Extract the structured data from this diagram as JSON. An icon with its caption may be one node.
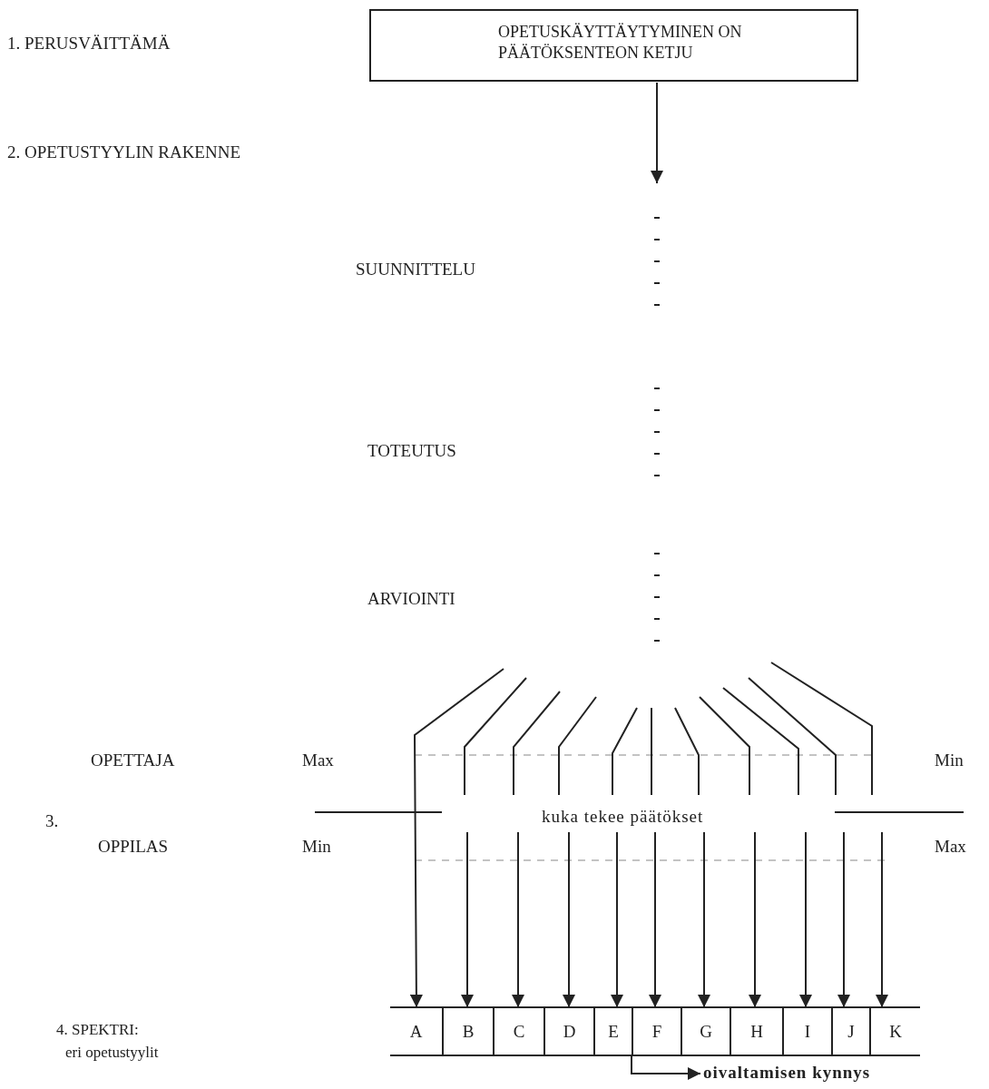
{
  "diagram": {
    "nodes": [
      {
        "text": [
          "OPETUSKÄYTTÄYTYMINEN ON PÄÄTÖKSENTEON KETJU"
        ]
      },
      {
        "text": [
          "A"
        ]
      },
      {
        "text": [
          "B"
        ]
      },
      {
        "text": [
          "C"
        ]
      },
      {
        "text": [
          "D"
        ]
      },
      {
        "text": [
          "E"
        ]
      },
      {
        "text": [
          "F"
        ]
      },
      {
        "text": [
          "G"
        ]
      },
      {
        "text": [
          "H"
        ]
      },
      {
        "text": [
          "I"
        ]
      },
      {
        "text": [
          "J"
        ]
      },
      {
        "text": [
          "K"
        ]
      },
      {
        "text": [
          "oivaltamisen kynnys"
        ]
      }
    ],
    "edges": [
      {
        "from": 0,
        "to": null,
        "arrow": "to"
      },
      {
        "from": null,
        "to": 1,
        "arrow": "to"
      },
      {
        "from": null,
        "to": 2,
        "arrow": "to"
      },
      {
        "from": null,
        "to": 3,
        "arrow": "to"
      },
      {
        "from": null,
        "to": 4,
        "arrow": "to"
      },
      {
        "from": null,
        "to": 5,
        "arrow": "to"
      },
      {
        "from": null,
        "to": 6,
        "arrow": "to"
      },
      {
        "from": null,
        "to": 7,
        "arrow": "to"
      },
      {
        "from": null,
        "to": 8,
        "arrow": "to"
      },
      {
        "from": null,
        "to": 9,
        "arrow": "to"
      },
      {
        "from": null,
        "to": 10,
        "arrow": "to"
      },
      {
        "from": null,
        "to": 11,
        "arrow": "to"
      },
      {
        "from": 5,
        "to": 12,
        "arrow": "to"
      }
    ],
    "labels": [
      "1. PERUSVÄITTÄMÄ",
      "2. OPETUSTYYLIN RAKENNE",
      "SUUNNITTELU",
      "TOTEUTUS",
      "ARVIOINTI",
      "OPETTAJA",
      "Max",
      "Min",
      "3.",
      "kuka tekee päätökset",
      "OPPILAS",
      "Min",
      "Max",
      "4. SPEKTRI:",
      "eri opetustyylit"
    ]
  }
}
